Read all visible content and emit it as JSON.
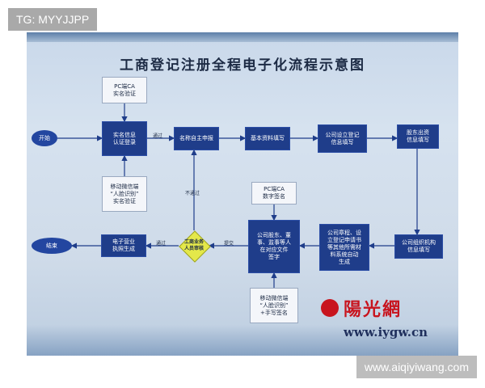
{
  "overlay": {
    "tag": "TG: MYYJJPP",
    "watermark": "www.aiqiyiwang.com"
  },
  "diagram": {
    "title": "工商登记注册全程电子化流程示意图",
    "nodes": {
      "start": "开始",
      "end": "结束",
      "pc_ca_realname": "PC端CA\n实名验证",
      "realname_verify": "实名信息\n认证登录",
      "mobile_face_realname": "移动微信端\n“人脸识别”\n实名验证",
      "name_declare": "名称自主申报",
      "basic_info": "基本资料填写",
      "company_setup": "公司设立登记\n信息填写",
      "shareholder_contrib": "股东出资\n信息填写",
      "org_info": "公司组织机构\n信息填写",
      "auto_generate": "公司章程、设\n立登记申请书\n等其他所需材\n料系统自动\n生成",
      "sign_docs": "公司股东、董\n事、监事等人\n在对应文件\n签字",
      "pc_ca_digital": "PC端CA\n数字签名",
      "mobile_face_sign": "移动微信端\n“人脸识别”\n+手写签名",
      "review": "工商业务\n人员审核",
      "license": "电子营业\n执照生成"
    },
    "labels": {
      "pass_1": "通过",
      "fail": "不通过",
      "pass_2": "通过",
      "submit": "提交"
    }
  },
  "watermark_site": {
    "logo_text": "陽光網",
    "url": "www.iygw.cn"
  }
}
